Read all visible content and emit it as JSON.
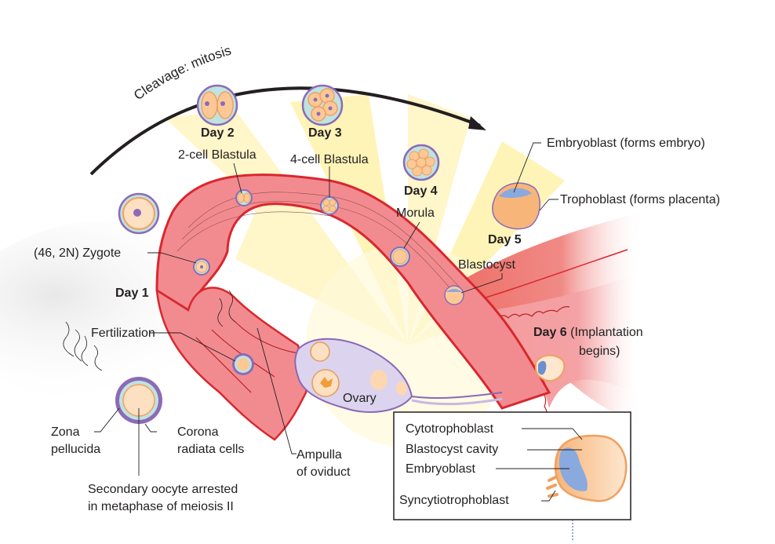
{
  "title_arc": "Cleavage: mitosis",
  "stages": {
    "day1": {
      "day": "Day 1",
      "zygote": "(46, 2N) Zygote",
      "fertilization": "Fertilization"
    },
    "day2": {
      "day": "Day 2",
      "name": "2-cell Blastula"
    },
    "day3": {
      "day": "Day 3",
      "name": "4-cell Blastula"
    },
    "day4": {
      "day": "Day 4",
      "name": "Morula"
    },
    "day5": {
      "day": "Day 5",
      "name": "Blastocyst",
      "embryoblast": "Embryoblast (forms embryo)",
      "trophoblast": "Trophoblast (forms placenta)"
    },
    "day6": {
      "day": "Day 6",
      "line1": "(Implantation",
      "line2": "begins)"
    }
  },
  "oocyte": {
    "zona_1": "Zona",
    "zona_2": "pellucida",
    "corona_1": "Corona",
    "corona_2": "radiata cells",
    "secondary_1": "Secondary oocyte arrested",
    "secondary_2": "in metaphase of meiosis II"
  },
  "anatomy": {
    "ampulla_1": "Ampulla",
    "ampulla_2": "of oviduct",
    "ovary": "Ovary"
  },
  "inset": {
    "labels": [
      "Cytotrophoblast",
      "Blastocyst cavity",
      "Embryoblast",
      "Syncytiotrophoblast"
    ]
  },
  "colors": {
    "tube_fill": "#f28b8f",
    "tube_stroke": "#d9272e",
    "uterus": "#ee6b63",
    "ovary_fill": "#dcd3ee",
    "ovary_stroke": "#8a68b5",
    "cell_orange": "#f6a563",
    "cell_light": "#fde0c2",
    "zona_teal": "#bfe3df",
    "membrane_purple": "#8b6bb8",
    "embryoblast_blue": "#8aa9de",
    "ray_yellow": "#fdf3b0"
  }
}
